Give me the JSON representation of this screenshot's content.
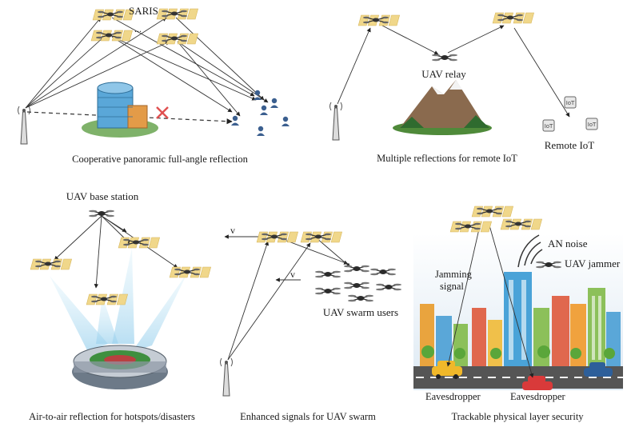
{
  "panels": {
    "top_left": {
      "caption": "Cooperative panoramic full-angle reflection",
      "saris_label": "SARIS",
      "ellipsis": "..."
    },
    "top_right": {
      "caption": "Multiple reflections for remote IoT",
      "relay_label": "UAV relay",
      "iot_label": "Remote IoT"
    },
    "bottom_left": {
      "caption": "Air-to-air reflection for hotspots/disasters",
      "bs_label": "UAV base station"
    },
    "bottom_middle": {
      "caption": "Enhanced signals for UAV swarm",
      "swarm_label": "UAV swarm users",
      "v_label_1": "v",
      "v_label_2": "v"
    },
    "bottom_right": {
      "caption": "Trackable physical layer security",
      "an_label": "AN noise",
      "jammer_label": "UAV jammer",
      "jamming_label_1": "Jamming",
      "jamming_label_2": "signal",
      "eaves_label_1": "Eavesdropper",
      "eaves_label_2": "Eavesdropper"
    }
  },
  "colors": {
    "ris_panel": "#f0d78a",
    "building_blue": "#5aa7d8",
    "road": "#555555",
    "beam": "#bfe3f5"
  }
}
